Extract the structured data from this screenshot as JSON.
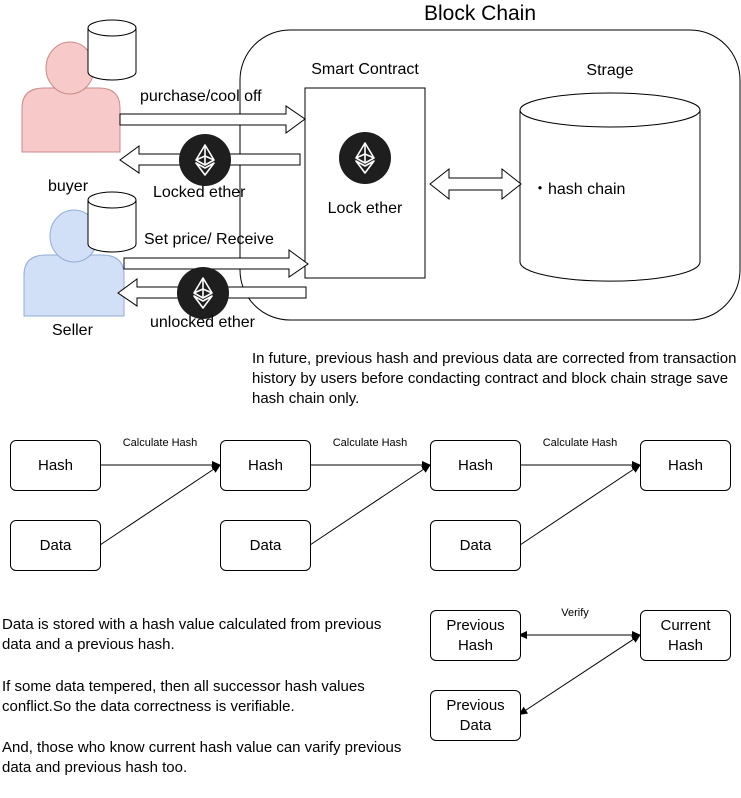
{
  "title": "Block Chain",
  "smart_contract": {
    "label": "Smart Contract",
    "body": "Lock ether"
  },
  "storage": {
    "label": "Strage",
    "item": "・hash chain"
  },
  "actors": {
    "buyer": "buyer",
    "seller": "Seller"
  },
  "flows": {
    "buyer_to_contract": "purchase/cool off",
    "contract_to_buyer": "Locked ether",
    "seller_to_contract": "Set price/ Receive",
    "contract_to_seller": "unlocked ether"
  },
  "future_note": "In future, previous hash and previous data are corrected from transaction history by users before condacting contract and  block chain strage save hash chain only.",
  "chain": {
    "hash_label": "Hash",
    "data_label": "Data",
    "edge_label": "Calculate Hash"
  },
  "verify": {
    "previous_hash": "Previous\nHash",
    "previous_data": "Previous\nData",
    "current_hash": "Current\nHash",
    "edge_label": "Verify"
  },
  "explanation": {
    "p1": "Data is stored with a hash value calculated from previous data and a previous hash.",
    "p2": "If some data tempered, then all successor hash values conflict.So the data correctness is verifiable.",
    "p3": "And, those who know current hash value can varify previous data and previous hash too."
  },
  "colors": {
    "buyer_fill": "#f7c9c8",
    "buyer_stroke": "#c98a88",
    "seller_fill": "#d1e0f7",
    "seller_stroke": "#93acd4",
    "ether_badge": "#1e1e1e"
  }
}
